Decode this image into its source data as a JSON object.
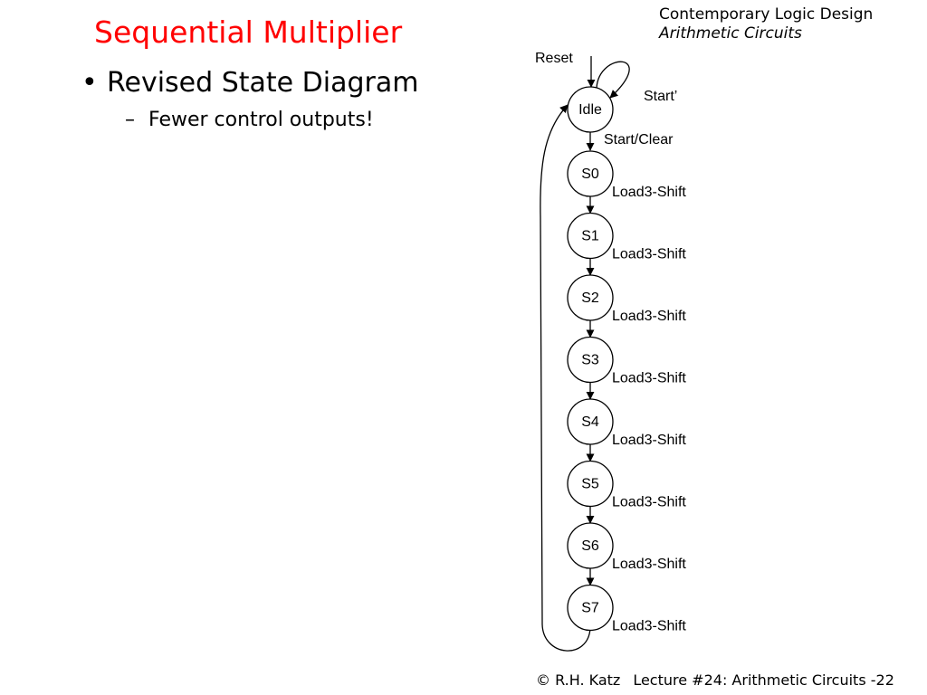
{
  "header": {
    "course": "Contemporary Logic Design",
    "topic": "Arithmetic Circuits"
  },
  "title": "Sequential Multiplier",
  "bullets": {
    "main": "Revised State Diagram",
    "sub": "Fewer control outputs!"
  },
  "diagram": {
    "reset_label": "Reset",
    "idle": {
      "name": "Idle",
      "self_loop_label": "Start’",
      "exit_label": "Start/Clear"
    },
    "states": [
      {
        "name": "S0",
        "output": "Load3-Shift"
      },
      {
        "name": "S1",
        "output": "Load3-Shift"
      },
      {
        "name": "S2",
        "output": "Load3-Shift"
      },
      {
        "name": "S3",
        "output": "Load3-Shift"
      },
      {
        "name": "S4",
        "output": "Load3-Shift"
      },
      {
        "name": "S5",
        "output": "Load3-Shift"
      },
      {
        "name": "S6",
        "output": "Load3-Shift"
      },
      {
        "name": "S7",
        "output": "Load3-Shift"
      }
    ]
  },
  "footer": {
    "copyright": "© R.H. Katz",
    "lecture": "Lecture #24: Arithmetic Circuits -22"
  }
}
